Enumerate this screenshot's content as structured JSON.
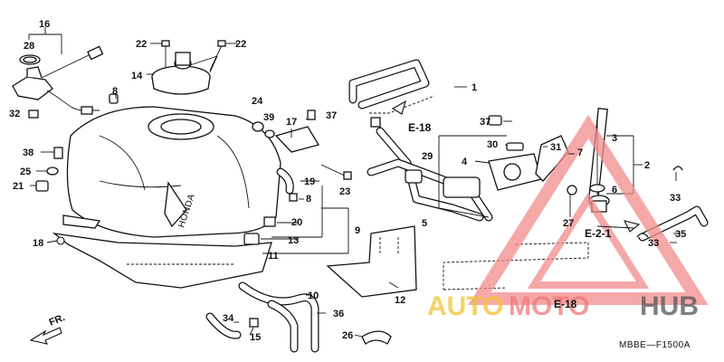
{
  "diagram": {
    "drawing_code": "MBBE—F1500A",
    "front_indicator": "FR.",
    "references": [
      "E-18",
      "E-2-1",
      "E-18"
    ],
    "brand_mark": "HONDA",
    "watermark": {
      "part1": "AUTO",
      "part2": "MOTO",
      "part3": "HUB"
    },
    "callouts": [
      "16",
      "28",
      "32",
      "22",
      "22",
      "14",
      "8",
      "38",
      "25",
      "21",
      "18",
      "24",
      "39",
      "17",
      "37",
      "19",
      "8",
      "23",
      "20",
      "13",
      "11",
      "9",
      "12",
      "10",
      "36",
      "34",
      "15",
      "26",
      "1",
      "37",
      "30",
      "31",
      "7",
      "4",
      "29",
      "5",
      "3",
      "2",
      "6",
      "27",
      "33",
      "35",
      "33"
    ]
  }
}
